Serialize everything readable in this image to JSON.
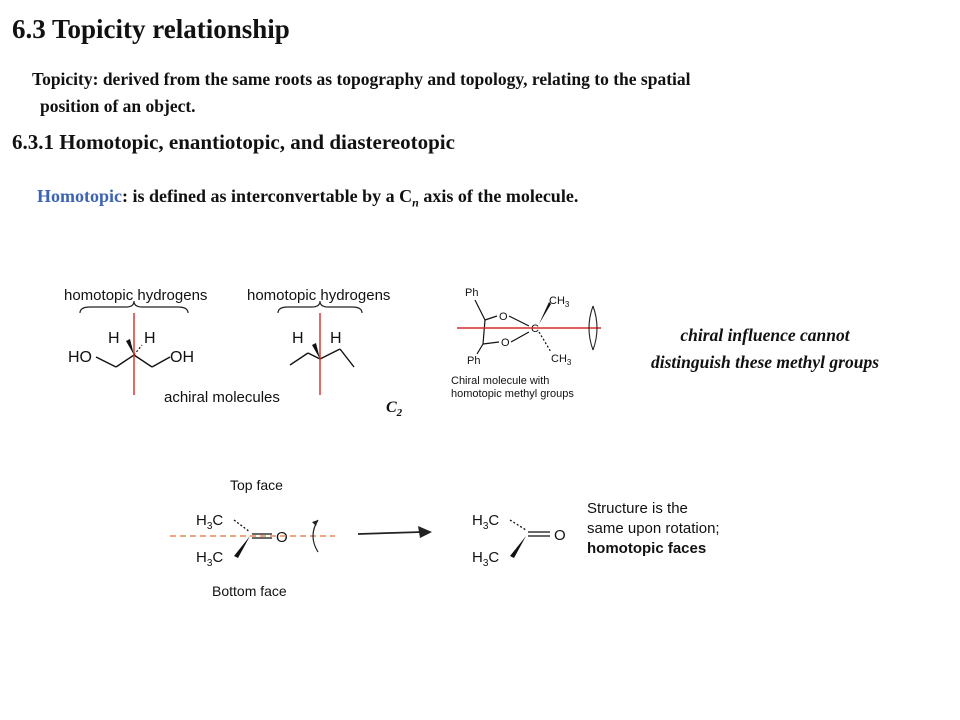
{
  "title": "6.3 Topicity relationship",
  "intro": {
    "line1": "Topicity: derived from the same roots as topography and topology, relating to the spatial",
    "line2": "position of an object."
  },
  "subtitle": "6.3.1 Homotopic, enantiotopic, and diastereotopic",
  "homotopic": {
    "keyword": "Homotopic",
    "text_before_sub": ": is defined as interconvertable by a C",
    "sub": "n",
    "text_after": " axis of the molecule."
  },
  "left_figure": {
    "label_a": "homotopic hydrogens",
    "label_b": "homotopic hydrogens",
    "achiral": "achiral molecules",
    "h": "H",
    "ho": "HO",
    "oh": "OH"
  },
  "c2": {
    "c": "C",
    "sub": "2"
  },
  "mid_figure": {
    "ph": "Ph",
    "o": "O",
    "c": "C",
    "ch3": "CH",
    "sub3": "3",
    "caption_line1": "Chiral molecule with",
    "caption_line2": "homotopic methyl groups"
  },
  "note": {
    "line1": "chiral influence cannot",
    "line2": "distinguish these methyl groups"
  },
  "bottom_figure": {
    "top_face": "Top face",
    "bottom_face": "Bottom face",
    "h3c": "H",
    "h3c_sub": "3",
    "h3c_c": "C",
    "o": "O",
    "desc_line1": "Structure is the",
    "desc_line2": "same upon rotation;",
    "desc_line3": "homotopic faces"
  },
  "colors": {
    "accent_blue": "#3d63b6",
    "axis_red": "#d92a2a",
    "dashed_orange": "#e8875a"
  }
}
